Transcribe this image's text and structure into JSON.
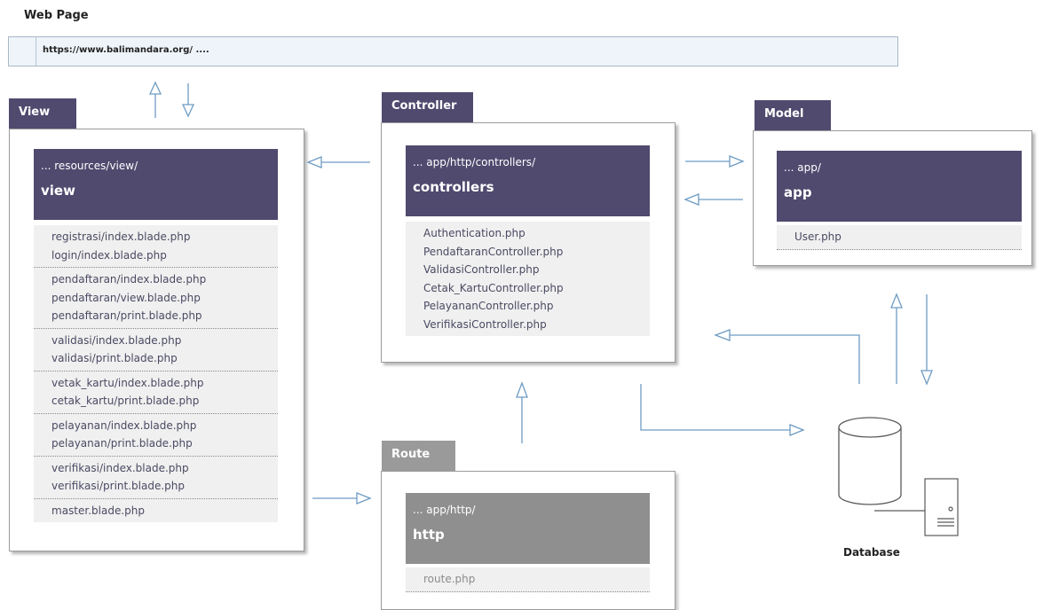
{
  "web_page": {
    "title": "Web Page",
    "url": "https://www.balimandara.org/ ...."
  },
  "view": {
    "tab": "View",
    "path": "... resources/view/",
    "name": "view",
    "groups": [
      [
        "registrasi/index.blade.php",
        "login/index.blade.php"
      ],
      [
        "pendaftaran/index.blade.php",
        "pendaftaran/view.blade.php",
        "pendaftaran/print.blade.php"
      ],
      [
        "validasi/index.blade.php",
        "validasi/print.blade.php"
      ],
      [
        "vetak_kartu/index.blade.php",
        "cetak_kartu/print.blade.php"
      ],
      [
        "pelayanan/index.blade.php",
        "pelayanan/print.blade.php"
      ],
      [
        "verifikasi/index.blade.php",
        "verifikasi/print.blade.php"
      ],
      [
        "master.blade.php"
      ]
    ]
  },
  "controller": {
    "tab": "Controller",
    "path": "... app/http/controllers/",
    "name": "controllers",
    "files": [
      "Authentication.php",
      "PendaftaranController.php",
      "ValidasiController.php",
      "Cetak_KartuController.php",
      "PelayananController.php",
      "VerifikasiController.php"
    ]
  },
  "model": {
    "tab": "Model",
    "path": "... app/",
    "name": "app",
    "files": [
      "User.php"
    ]
  },
  "route": {
    "tab": "Route",
    "path": "... app/http/",
    "name": "http",
    "files": [
      "route.php"
    ]
  },
  "database": {
    "label": "Database"
  },
  "colors": {
    "accent_purple": "#4f4a6e",
    "route_gray": "#8f8f8f",
    "arrow_blue": "#6e9cc3"
  }
}
